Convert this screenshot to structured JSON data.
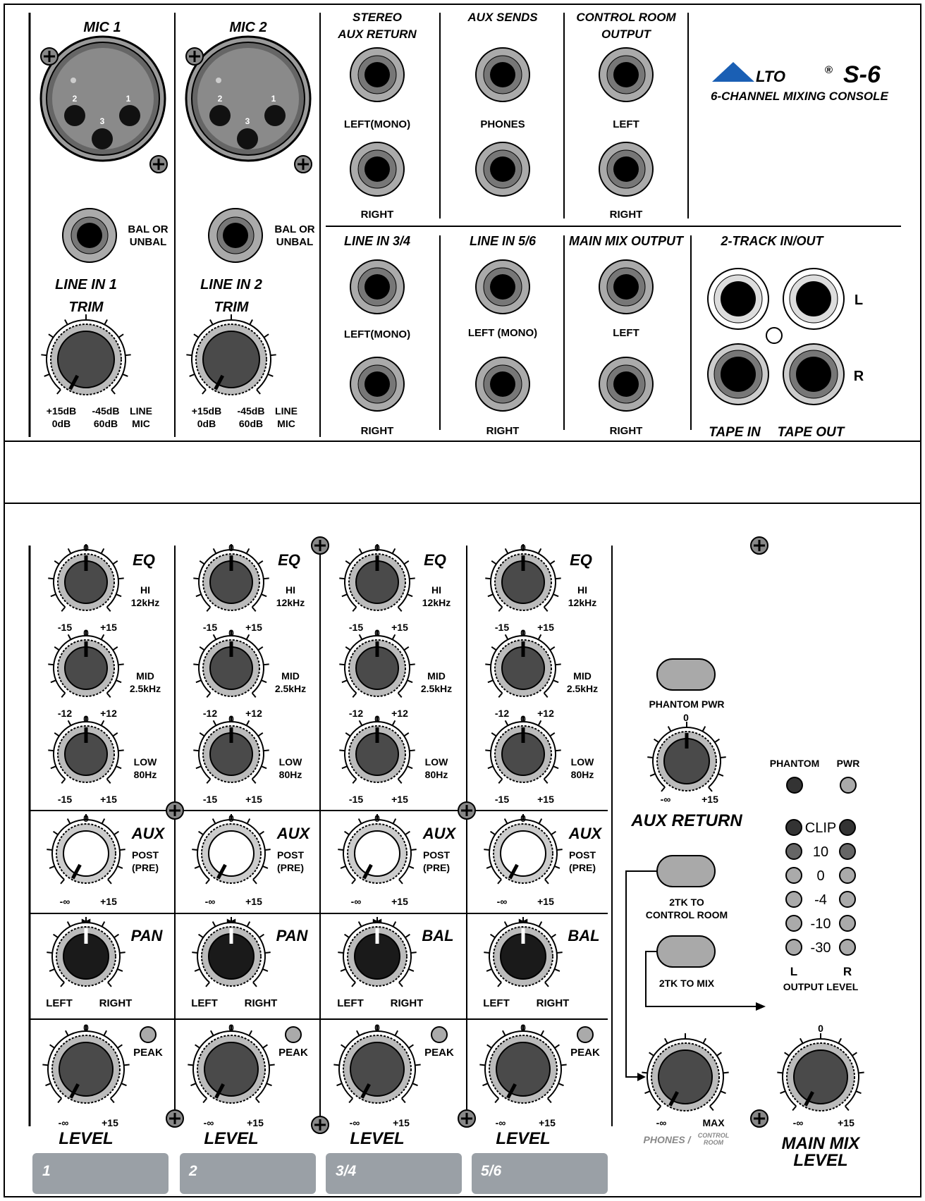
{
  "brand": {
    "name": "LTO",
    "model": "S-6",
    "subtitle": "6-CHANNEL MIXING CONSOLE",
    "reg": "®"
  },
  "top": {
    "mic1": "MIC 1",
    "mic2": "MIC 2",
    "pin1": "1",
    "pin2": "2",
    "pin3": "3",
    "balunbal_1": "BAL OR",
    "balunbal_2": "UNBAL",
    "line_in_1": "LINE IN 1",
    "line_in_2": "LINE IN 2",
    "trim": "TRIM",
    "trim_scale_a1": "+15dB",
    "trim_scale_a2": "0dB",
    "trim_scale_b1": "-45dB",
    "trim_scale_b2": "60dB",
    "trim_scale_c1": "LINE",
    "trim_scale_c2": "MIC",
    "stereo_aux_return_1": "STEREO",
    "stereo_aux_return_2": "AUX RETURN",
    "aux_sends": "AUX SENDS",
    "control_room_1": "CONTROL ROOM",
    "control_room_2": "OUTPUT",
    "left_mono": "LEFT(MONO)",
    "left_mono_spaced": "LEFT (MONO)",
    "phones": "PHONES",
    "left": "LEFT",
    "right": "RIGHT",
    "line_in_34": "LINE IN 3/4",
    "line_in_56": "LINE IN 5/6",
    "main_mix_output": "MAIN MIX OUTPUT",
    "two_track": "2-TRACK IN/OUT",
    "l": "L",
    "r": "R",
    "tape_in": "TAPE IN",
    "tape_out": "TAPE OUT"
  },
  "channels": [
    {
      "label": "1",
      "pan": "PAN"
    },
    {
      "label": "2",
      "pan": "PAN"
    },
    {
      "label": "3/4",
      "pan": "BAL"
    },
    {
      "label": "5/6",
      "pan": "BAL"
    }
  ],
  "strip": {
    "eq": "EQ",
    "hi_1": "HI",
    "hi_2": "12kHz",
    "mid_1": "MID",
    "mid_2": "2.5kHz",
    "low_1": "LOW",
    "low_2": "80Hz",
    "zero": "0",
    "m15": "-15",
    "p15": "+15",
    "m12": "-12",
    "p12": "+12",
    "aux": "AUX",
    "post": "POST",
    "pre": "(PRE)",
    "minf": "-∞",
    "center_mark": "▸◂",
    "left": "LEFT",
    "right": "RIGHT",
    "peak": "PEAK",
    "level": "LEVEL"
  },
  "master": {
    "phantom_pwr": "PHANTOM PWR",
    "aux_return": "AUX RETURN",
    "twotk_cr_1": "2TK TO",
    "twotk_cr_2": "CONTROL ROOM",
    "twotk_mix": "2TK TO MIX",
    "phantom": "PHANTOM",
    "pwr": "PWR",
    "meter_labels": [
      "CLIP",
      "10",
      "0",
      "-4",
      "-10",
      "-30"
    ],
    "meter_l": "L",
    "meter_r": "R",
    "output_level": "OUTPUT LEVEL",
    "max": "MAX",
    "phones_cr_1": "PHONES /",
    "phones_cr_2": "CONTROL",
    "phones_cr_3": "ROOM",
    "main_mix_1": "MAIN MIX",
    "main_mix_2": "LEVEL",
    "zero": "0",
    "minf": "-∞",
    "p15": "+15"
  },
  "colors": {
    "brand_blue": "#1a5fb4",
    "panel_gray": "#9aa0a6",
    "knob_dark": "#4a4a4a"
  }
}
